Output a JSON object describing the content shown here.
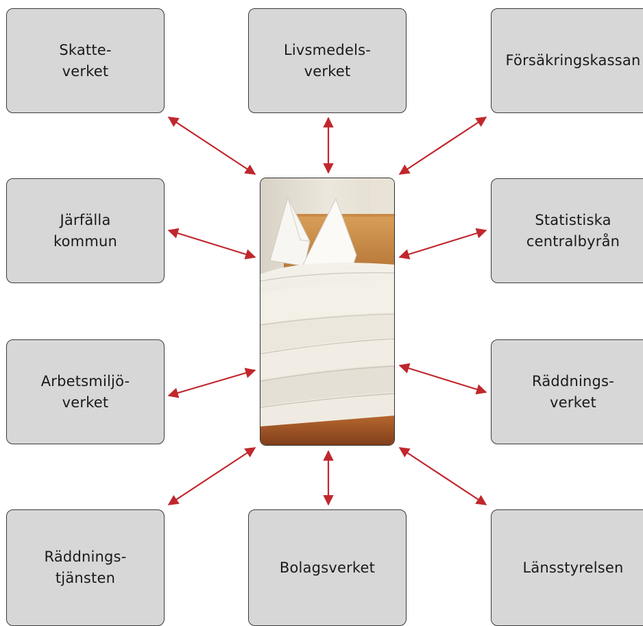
{
  "center": {
    "image": "bed-with-white-bedding-photo"
  },
  "nodes": [
    {
      "id": "b0",
      "label": "Skatte-\nverket"
    },
    {
      "id": "b1",
      "label": "Livsmedels-\nverket"
    },
    {
      "id": "b2",
      "label": "Försäkringskassan"
    },
    {
      "id": "b3",
      "label": "Järfälla\nkommun"
    },
    {
      "id": "b4",
      "label": "Statistiska\ncentralbyrån"
    },
    {
      "id": "b5",
      "label": "Arbetsmiljö-\nverket"
    },
    {
      "id": "b6",
      "label": "Räddnings-\nverket"
    },
    {
      "id": "b7",
      "label": "Räddnings-\ntjänsten"
    },
    {
      "id": "b8",
      "label": "Bolagsverket"
    },
    {
      "id": "b9",
      "label": "Länsstyrelsen"
    }
  ],
  "edges": [
    {
      "from": "b0",
      "to": "center",
      "directed": "both"
    },
    {
      "from": "b1",
      "to": "center",
      "directed": "both"
    },
    {
      "from": "b2",
      "to": "center",
      "directed": "both"
    },
    {
      "from": "b3",
      "to": "center",
      "directed": "both"
    },
    {
      "from": "b4",
      "to": "center",
      "directed": "both"
    },
    {
      "from": "b5",
      "to": "center",
      "directed": "both"
    },
    {
      "from": "b6",
      "to": "center",
      "directed": "both"
    },
    {
      "from": "b7",
      "to": "center",
      "directed": "both"
    },
    {
      "from": "b8",
      "to": "center",
      "directed": "both"
    },
    {
      "from": "b9",
      "to": "center",
      "directed": "both"
    }
  ],
  "colors": {
    "arrow": "#c0272d",
    "box_fill": "#d7d7d8",
    "box_border": "#3a3a3a"
  }
}
